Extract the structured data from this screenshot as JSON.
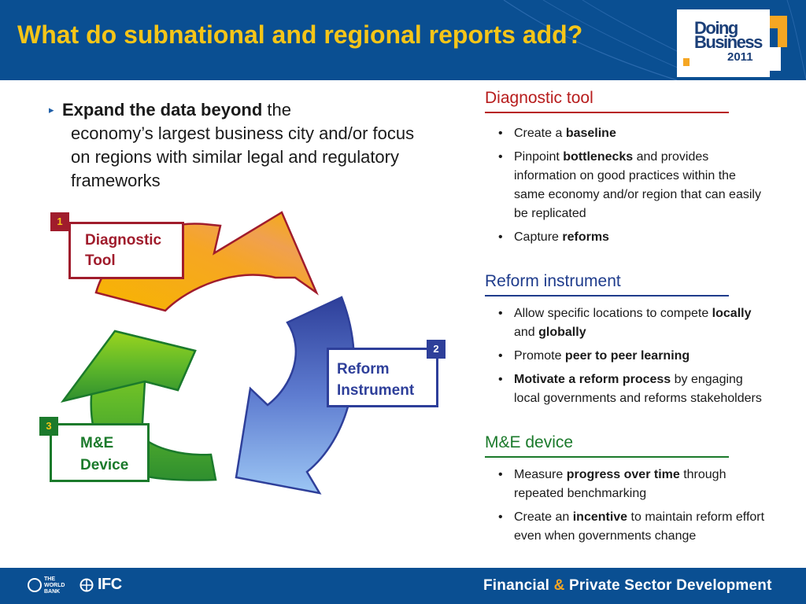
{
  "header": {
    "title": "What do subnational and regional reports add?",
    "logo_line1": "Doing",
    "logo_line2": "Business",
    "logo_year": "2011"
  },
  "intro": {
    "bold": "Expand the data beyond",
    "first_line_rest": "the",
    "rest": "economy’s largest business city and/or focus on regions with similar legal and regulatory frameworks"
  },
  "cycle": {
    "step1": {
      "number": "1",
      "line1": "Diagnostic",
      "line2": "Tool",
      "color": "#a01c2c"
    },
    "step2": {
      "number": "2",
      "line1": "Reform",
      "line2": "Instrument",
      "color": "#2e3f9a"
    },
    "step3": {
      "number": "3",
      "line1": "M&E",
      "line2": "Device",
      "color": "#1b7a2b"
    }
  },
  "sections": {
    "diagnostic": {
      "heading": "Diagnostic tool",
      "color": "#b71c1c",
      "b1_pre": "Create a ",
      "b1_bold": "baseline",
      "b2_pre": "Pinpoint ",
      "b2_bold": "bottlenecks",
      "b2_post": " and provides information on good practices within the same economy and/or region that can easily be replicated",
      "b3_pre": "Capture ",
      "b3_bold": "reforms"
    },
    "reform": {
      "heading": "Reform instrument",
      "color": "#1f3c8c",
      "b1_pre": "Allow specific locations to compete ",
      "b1_bold1": "locally",
      "b1_mid": " and ",
      "b1_bold2": "globally",
      "b2_pre": "Promote ",
      "b2_bold": "peer to peer learning",
      "b3_bold": "Motivate a reform process",
      "b3_post": " by engaging local governments and reforms stakeholders"
    },
    "me": {
      "heading": "M&E device",
      "color": "#1b7a2b",
      "b1_pre": "Measure ",
      "b1_bold": "progress over time",
      "b1_post": " through repeated benchmarking",
      "b2_pre": "Create an ",
      "b2_bold": "incentive",
      "b2_post": " to maintain reform effort even when governments change"
    }
  },
  "footer": {
    "wb_line1": "THE",
    "wb_line2": "WORLD",
    "wb_line3": "BANK",
    "ifc": "IFC",
    "fpsd_pre": "Financial ",
    "fpsd_amp": "&",
    "fpsd_post": " Private Sector Development"
  },
  "colors": {
    "header_bg": "#0a4f92",
    "title": "#f5c518",
    "accent_orange": "#f5a623"
  },
  "icons": [
    "bullet-arrow-icon",
    "world-bank-globe-icon",
    "ifc-logo-icon"
  ]
}
